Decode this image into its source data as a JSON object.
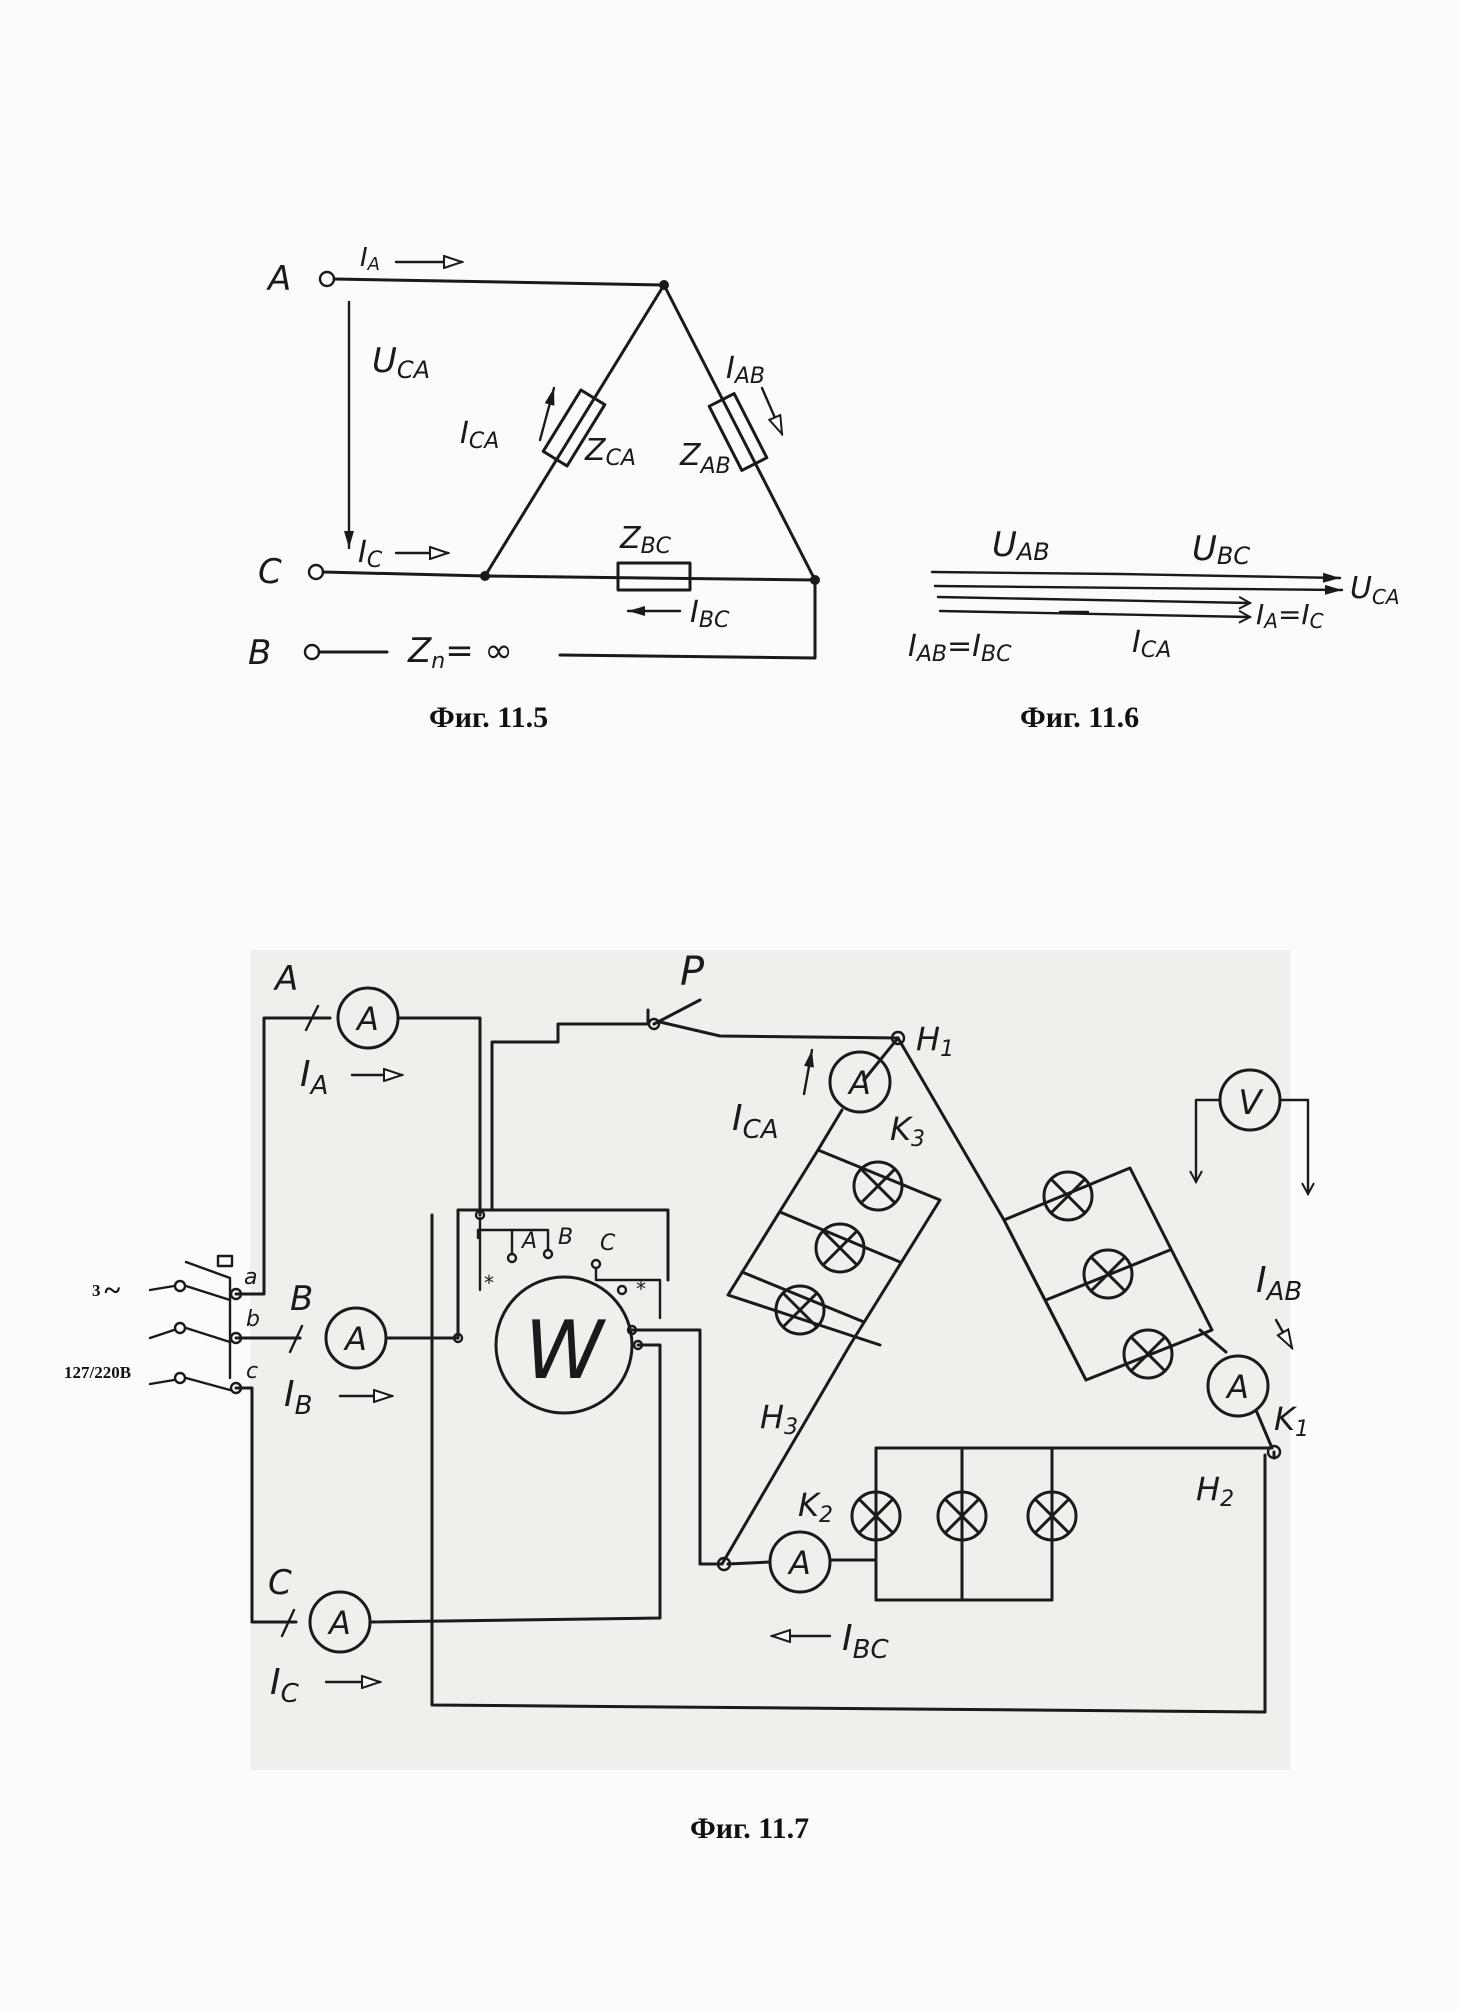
{
  "figures": {
    "fig5": {
      "caption": "Фиг. 11.5",
      "terminals": {
        "a": "A",
        "c": "C",
        "b": "B"
      },
      "currents": {
        "ia": "I",
        "ia_sub": "A",
        "ic": "I",
        "ic_sub": "C",
        "ica": "I",
        "ica_sub": "CA",
        "iab": "I",
        "iab_sub": "AB",
        "ibc": "I",
        "ibc_sub": "BC"
      },
      "voltage": {
        "u": "U",
        "u_sub": "CA"
      },
      "impedances": {
        "zca": "Z",
        "zca_sub": "CA",
        "zab": "Z",
        "zab_sub": "AB",
        "zbc": "Z",
        "zbc_sub": "BC"
      },
      "open_line": {
        "z": "Z",
        "z_sub": "n",
        "value": "= ∞"
      }
    },
    "fig6": {
      "caption": "Фиг. 11.6",
      "labels": {
        "uab": "U",
        "uab_sub": "AB",
        "ubc": "U",
        "ubc_sub": "BC",
        "uca": "U",
        "uca_sub": "CA",
        "ia_ic": "I",
        "ia_ic_sub1": "A",
        "ia_ic_mid": "=I",
        "ia_ic_sub2": "C",
        "iab_ibc": "I",
        "iab_ibc_sub1": "AB",
        "iab_ibc_mid": "=I",
        "iab_ibc_sub2": "BC",
        "ica": "I",
        "ica_sub": "CA"
      }
    },
    "fig7": {
      "caption": "Фиг. 11.7",
      "supply": {
        "phases": "3",
        "tilde": "~",
        "voltage": "127/220В"
      },
      "switch_terminals": {
        "a": "a",
        "b": "b",
        "c": "c"
      },
      "phase_labels": {
        "a": "A",
        "b": "B",
        "c": "C"
      },
      "line_currents": {
        "ia": "I",
        "ia_sub": "A",
        "ib": "I",
        "ib_sub": "B",
        "ic": "I",
        "ic_sub": "C"
      },
      "meters": {
        "ammeter": "A",
        "voltmeter": "V",
        "wattmeter": "W"
      },
      "wattmeter_terms": {
        "a": "A",
        "b": "B",
        "c": "C",
        "star": "*"
      },
      "switch_p": "P",
      "nodes": {
        "h1": "H",
        "h1_sub": "1",
        "h2": "H",
        "h2_sub": "2",
        "h3": "H",
        "h3_sub": "3",
        "k1": "K",
        "k1_sub": "1",
        "k2": "K",
        "k2_sub": "2",
        "k3": "K",
        "k3_sub": "3"
      },
      "phase_currents": {
        "ica": "I",
        "ica_sub": "CA",
        "iab": "I",
        "iab_sub": "AB",
        "ibc": "I",
        "ibc_sub": "BC"
      }
    }
  }
}
